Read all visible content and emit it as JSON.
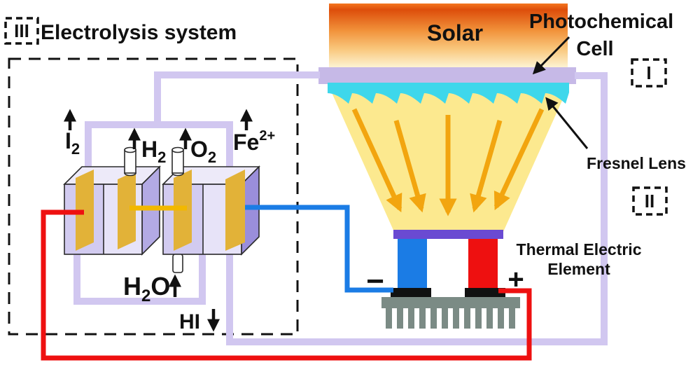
{
  "diagram_title": "Electrolysis system",
  "markers": {
    "i": "I",
    "ii": "II",
    "iii": "III"
  },
  "labels": {
    "solar": "Solar",
    "photochemical_line1": "Photochemical",
    "photochemical_line2": "Cell",
    "fresnel": "Fresnel Lens",
    "thermal_line1": "Thermal Electric",
    "thermal_line2": "Element",
    "minus": "−",
    "plus": "+"
  },
  "species": {
    "i2": {
      "base": "I",
      "sub": "2"
    },
    "h2": {
      "base": "H",
      "sub": "2"
    },
    "o2": {
      "base": "O",
      "sub": "2"
    },
    "fe2": {
      "base": "Fe",
      "sup": "2+"
    },
    "h2o": {
      "h": "H",
      "sub": "2",
      "o": "O"
    },
    "hi": {
      "base": "HI"
    }
  },
  "colors": {
    "ink": "#111111",
    "red": "#ee1010",
    "blue": "#1b7ce5",
    "pipe": "#d1c7f0",
    "bar": "#c6b9e7",
    "cyan": "#3ed7eb",
    "cone": "#fce98f",
    "ray": "#f2a50f",
    "purple": "#6a4ad2",
    "heatsink": "#7b8b85",
    "gold": "#e2b238",
    "yellow": "#f2b800",
    "cellFront": "#d2cbf0",
    "cellLight": "#e7e3f8",
    "cellSideL": "#b3aae4",
    "cellSideR": "#9a8edb",
    "cellTop": "#edeaf9",
    "solarTop": "#f4761f",
    "solarDeep": "#dd4e0b",
    "solarMid": "#f1913a",
    "solarGold": "#f9c87e",
    "solarPale": "#fdf3d2"
  }
}
